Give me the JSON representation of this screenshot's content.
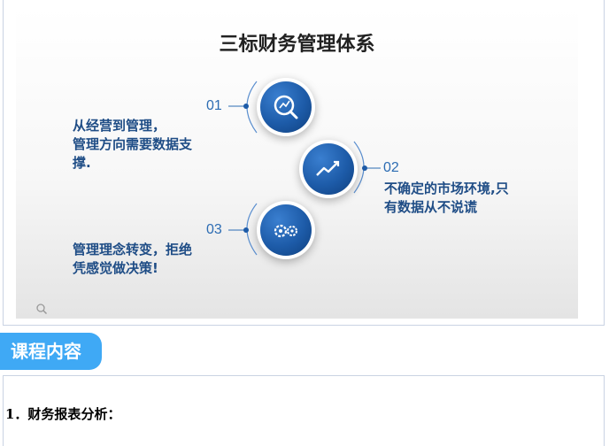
{
  "slide": {
    "title": "三标财务管理体系",
    "items": [
      {
        "number": "01",
        "text_lines": [
          "从经营到管理，",
          "管理方向需要数据支",
          "撑."
        ],
        "icon": "magnifier-chart-icon"
      },
      {
        "number": "02",
        "text_lines": [
          "不确定的市场环境,只",
          "有数据从不说谎"
        ],
        "icon": "trend-line-icon"
      },
      {
        "number": "03",
        "text_lines": [
          "管理理念转变，拒绝",
          "凭感觉做决策!"
        ],
        "icon": "gears-icon"
      }
    ],
    "accent_color": "#1d5ba8"
  },
  "section": {
    "badge_label": "课程内容",
    "badge_color": "#3fa9f5"
  },
  "content": {
    "first_line": "1．财务报表分析："
  }
}
